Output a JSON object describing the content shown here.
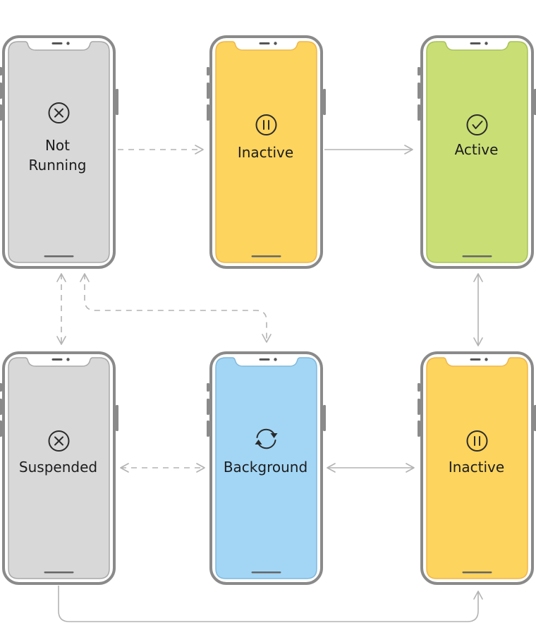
{
  "states": {
    "not_running": {
      "line1": "Not",
      "line2": "Running",
      "icon": "x-circle-icon",
      "screen_color": "#d8d8d8",
      "screen_border": "#a8a8a8"
    },
    "inactive_top": {
      "label": "Inactive",
      "icon": "pause-circle-icon",
      "screen_color": "#fcd45e",
      "screen_border": "#f0b64a"
    },
    "active": {
      "label": "Active",
      "icon": "checkmark-circle-icon",
      "screen_color": "#c9de75",
      "screen_border": "#a8c25a"
    },
    "suspended": {
      "label": "Suspended",
      "icon": "x-circle-icon",
      "screen_color": "#d8d8d8",
      "screen_border": "#a8a8a8"
    },
    "background": {
      "label": "Background",
      "icon": "refresh-arrows-icon",
      "screen_color": "#a3d6f5",
      "screen_border": "#7fb9dd"
    },
    "inactive_bottom": {
      "label": "Inactive",
      "icon": "pause-circle-icon",
      "screen_color": "#fcd45e",
      "screen_border": "#f0b64a"
    }
  },
  "transitions": [
    {
      "from": "Not Running",
      "to": "Inactive",
      "style": "dashed",
      "direction": "one-way"
    },
    {
      "from": "Inactive",
      "to": "Active",
      "style": "solid",
      "direction": "one-way"
    },
    {
      "from": "Active",
      "to": "Inactive",
      "style": "solid",
      "direction": "two-way"
    },
    {
      "from": "Not Running",
      "to": "Suspended",
      "style": "dashed",
      "direction": "two-way"
    },
    {
      "from": "Not Running",
      "to": "Background",
      "style": "dashed",
      "direction": "two-way"
    },
    {
      "from": "Suspended",
      "to": "Background",
      "style": "dashed",
      "direction": "two-way"
    },
    {
      "from": "Background",
      "to": "Inactive",
      "style": "solid",
      "direction": "two-way"
    },
    {
      "from": "Suspended",
      "to": "Inactive",
      "style": "solid",
      "direction": "one-way"
    }
  ],
  "colors": {
    "frame": "#8a8a8a",
    "arrow": "#b3b3b3",
    "icon": "#2b2b2b"
  }
}
